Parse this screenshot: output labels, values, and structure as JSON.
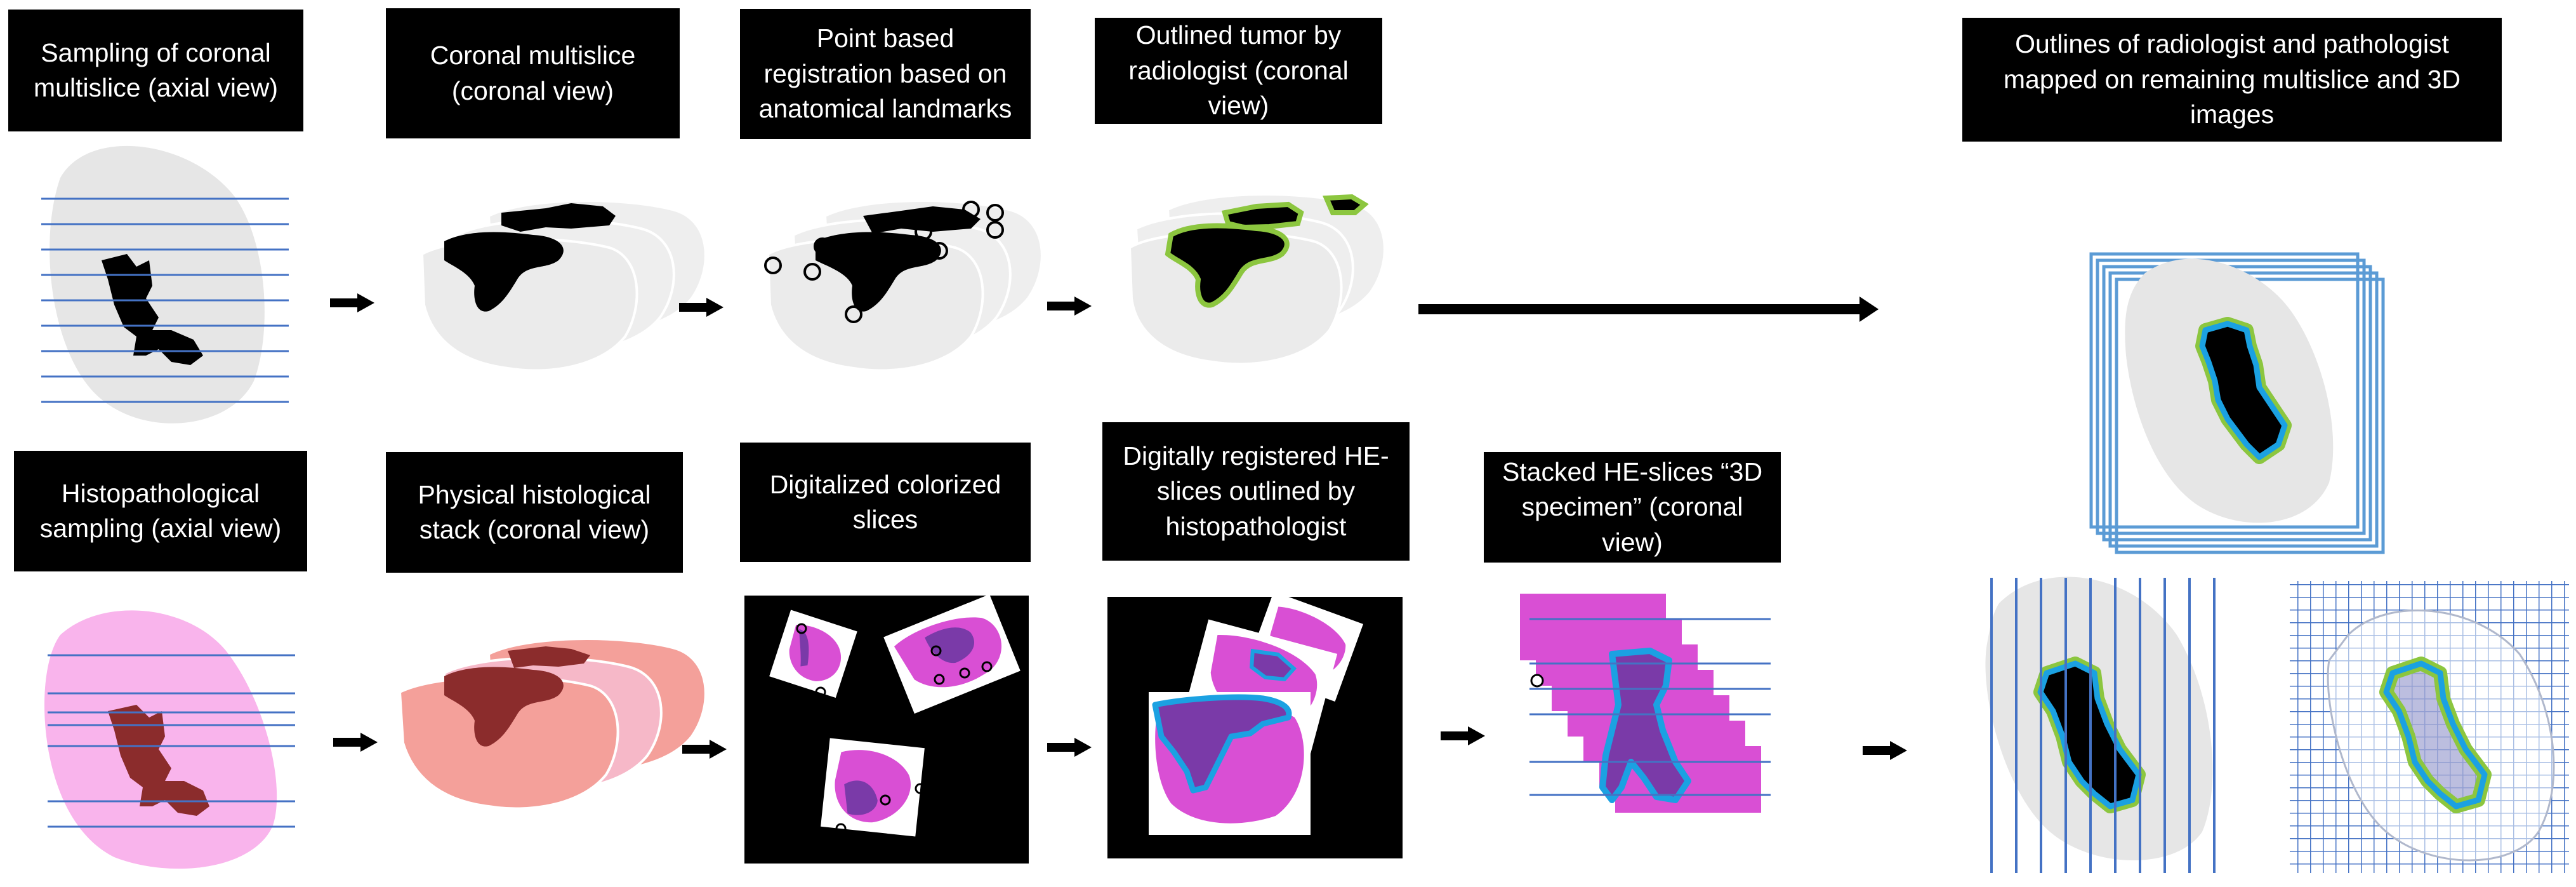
{
  "labels": {
    "coronal_sampling": "Sampling of coronal multislice (axial view)",
    "coronal_multislice": "Coronal multislice (coronal view)",
    "point_registration": "Point based registration based on anatomical landmarks",
    "radiologist_outline": "Outlined tumor by radiologist (coronal view)",
    "mapped_outlines": "Outlines of radiologist and pathologist mapped on remaining multislice and 3D images",
    "histo_sampling": "Histopathological sampling (axial view)",
    "physical_stack": "Physical histological stack (coronal view)",
    "digitalized_slices": "Digitalized colorized slices",
    "registered_he": "Digitally registered HE-slices outlined by histopathologist",
    "stacked_he": "Stacked HE-slices “3D specimen” (coronal view)"
  },
  "colors": {
    "label_background": "#000000",
    "label_text": "#ffffff",
    "organ_gray": "#e6e6e6",
    "tumor_black": "#000000",
    "radiologist_outline": "#8cc63f",
    "pathologist_outline": "#1ba1e2",
    "slice_line_blue": "#4472c4",
    "histology_pink": "#f9b4ec",
    "histology_salmon": "#f4a09a",
    "tumor_maroon": "#8b2c2c",
    "he_magenta": "#d94fd4",
    "he_purple": "#7a3aa8"
  }
}
